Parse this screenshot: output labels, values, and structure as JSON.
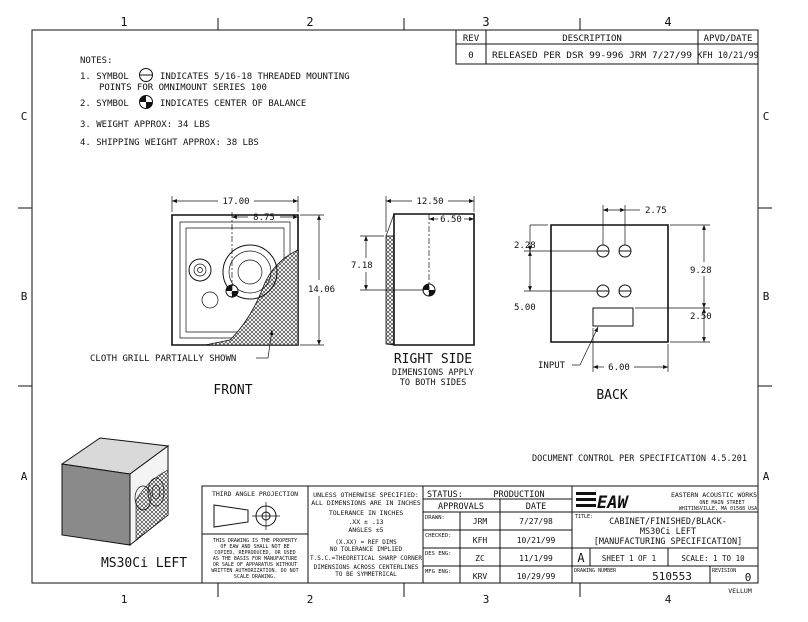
{
  "border": {
    "zones_top": [
      "1",
      "2",
      "3",
      "4"
    ],
    "zones_bottom": [
      "1",
      "2",
      "3",
      "4"
    ],
    "rows_left": [
      "C",
      "B",
      "A"
    ],
    "rows_right": [
      "C",
      "B",
      "A"
    ]
  },
  "revision_block": {
    "headers": [
      "REV",
      "DESCRIPTION",
      "APVD/DATE"
    ],
    "row": [
      "0",
      "RELEASED PER DSR 99-996 JRM 7/27/99",
      "KFH 10/21/99"
    ]
  },
  "notes": {
    "title": "NOTES:",
    "n1a": "1. SYMBOL",
    "n1b": "INDICATES 5/16-18 THREADED MOUNTING",
    "n1c": "POINTS FOR OMNIMOUNT SERIES 100",
    "n2a": "2. SYMBOL",
    "n2b": "INDICATES CENTER OF BALANCE",
    "n3": "3. WEIGHT APPROX: 34 LBS",
    "n4": "4. SHIPPING WEIGHT APPROX: 38 LBS"
  },
  "front_view": {
    "dim_width": "17.00",
    "dim_center": "8.75",
    "dim_height": "14.06",
    "callout": "CLOTH GRILL PARTIALLY SHOWN",
    "label": "FRONT"
  },
  "side_view": {
    "dim_depth": "12.50",
    "dim_center": "6.50",
    "dim_height": "7.18",
    "label": "RIGHT SIDE",
    "note1": "DIMENSIONS APPLY",
    "note2": "TO BOTH SIDES"
  },
  "back_view": {
    "dim_top": "2.75",
    "dim_left_top": "2.28",
    "dim_left_bottom": "5.00",
    "dim_right_top": "9.28",
    "dim_right_bottom": "2.50",
    "dim_input": "6.00",
    "callout": "INPUT",
    "label": "BACK"
  },
  "doc_control": "DOCUMENT CONTROL PER SPECIFICATION 4.5.201",
  "iso": {
    "label": "MS30Ci  LEFT"
  },
  "title_block": {
    "projection": "THIRD ANGLE PROJECTION",
    "property": [
      "THIS DRAWING IS THE PROPERTY",
      "OF EAW AND SHALL NOT BE",
      "COPIED, REPRODUCED, OR USED",
      "AS THE BASIS FOR MANUFACTURE",
      "OR SALE OF APPARATUS WITHOUT",
      "WRITTEN AUTHORIZATION. DO NOT",
      "SCALE DRAWING."
    ],
    "tolerance": [
      "UNLESS OTHERWISE SPECIFIED:",
      "ALL DIMENSIONS ARE IN INCHES",
      "TOLERANCE IN INCHES",
      ".XX ± .13",
      "ANGLES ±5",
      "(X.XX) = REF DIMS",
      "NO TOLERANCE IMPLIED",
      "T.S.C.=THEORETICAL SHARP CORNER",
      "DIMENSIONS ACROSS CENTERLINES",
      "TO BE SYMMETRICAL"
    ],
    "status_label": "STATUS:",
    "status_value": "PRODUCTION",
    "approvals": "APPROVALS",
    "date_header": "DATE",
    "rows": [
      {
        "role": "DRAWN:",
        "init": "JRM",
        "date": "7/27/98"
      },
      {
        "role": "CHECKED:",
        "init": "KFH",
        "date": "10/21/99"
      },
      {
        "role": "DES ENG:",
        "init": "ZC",
        "date": "11/1/99"
      },
      {
        "role": "MFG ENG:",
        "init": "KRV",
        "date": "10/29/99"
      }
    ],
    "logo": "EAW",
    "company": "EASTERN ACOUSTIC WORKS",
    "addr1": "ONE MAIN STREET",
    "addr2": "WHITINSVILLE, MA 01588 USA",
    "title_label": "TITLE:",
    "title1": "CABINET/FINISHED/BLACK-",
    "title2": "MS30Ci LEFT",
    "title3": "[MANUFACTURING SPECIFICATION]",
    "size": "A",
    "sheet": "SHEET 1 OF 1",
    "scale": "SCALE: 1 TO 10",
    "drawing_number_label": "DRAWING NUMBER",
    "drawing_number": "510553",
    "revision_label": "REVISION",
    "revision": "0",
    "vellum": "VELLUM"
  }
}
